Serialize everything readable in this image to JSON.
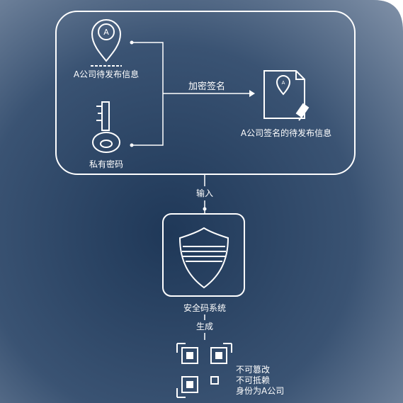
{
  "colors": {
    "background_inner": "#2b4363",
    "background_outer": "#7f8fa6",
    "line": "#ffffff"
  },
  "top_panel": {
    "pin_icon_letter": "A",
    "pin_label": "A公司待发布信息",
    "key_label": "私有密码",
    "sign_action_label": "加密签名",
    "doc_icon_letter": "A",
    "doc_label": "A公司签名的待发布信息"
  },
  "flow": {
    "input_label": "输入",
    "system_label": "安全码系统",
    "generate_label": "生成"
  },
  "qr_properties": [
    "不可篡改",
    "不可抵赖",
    "身份为A公司"
  ]
}
